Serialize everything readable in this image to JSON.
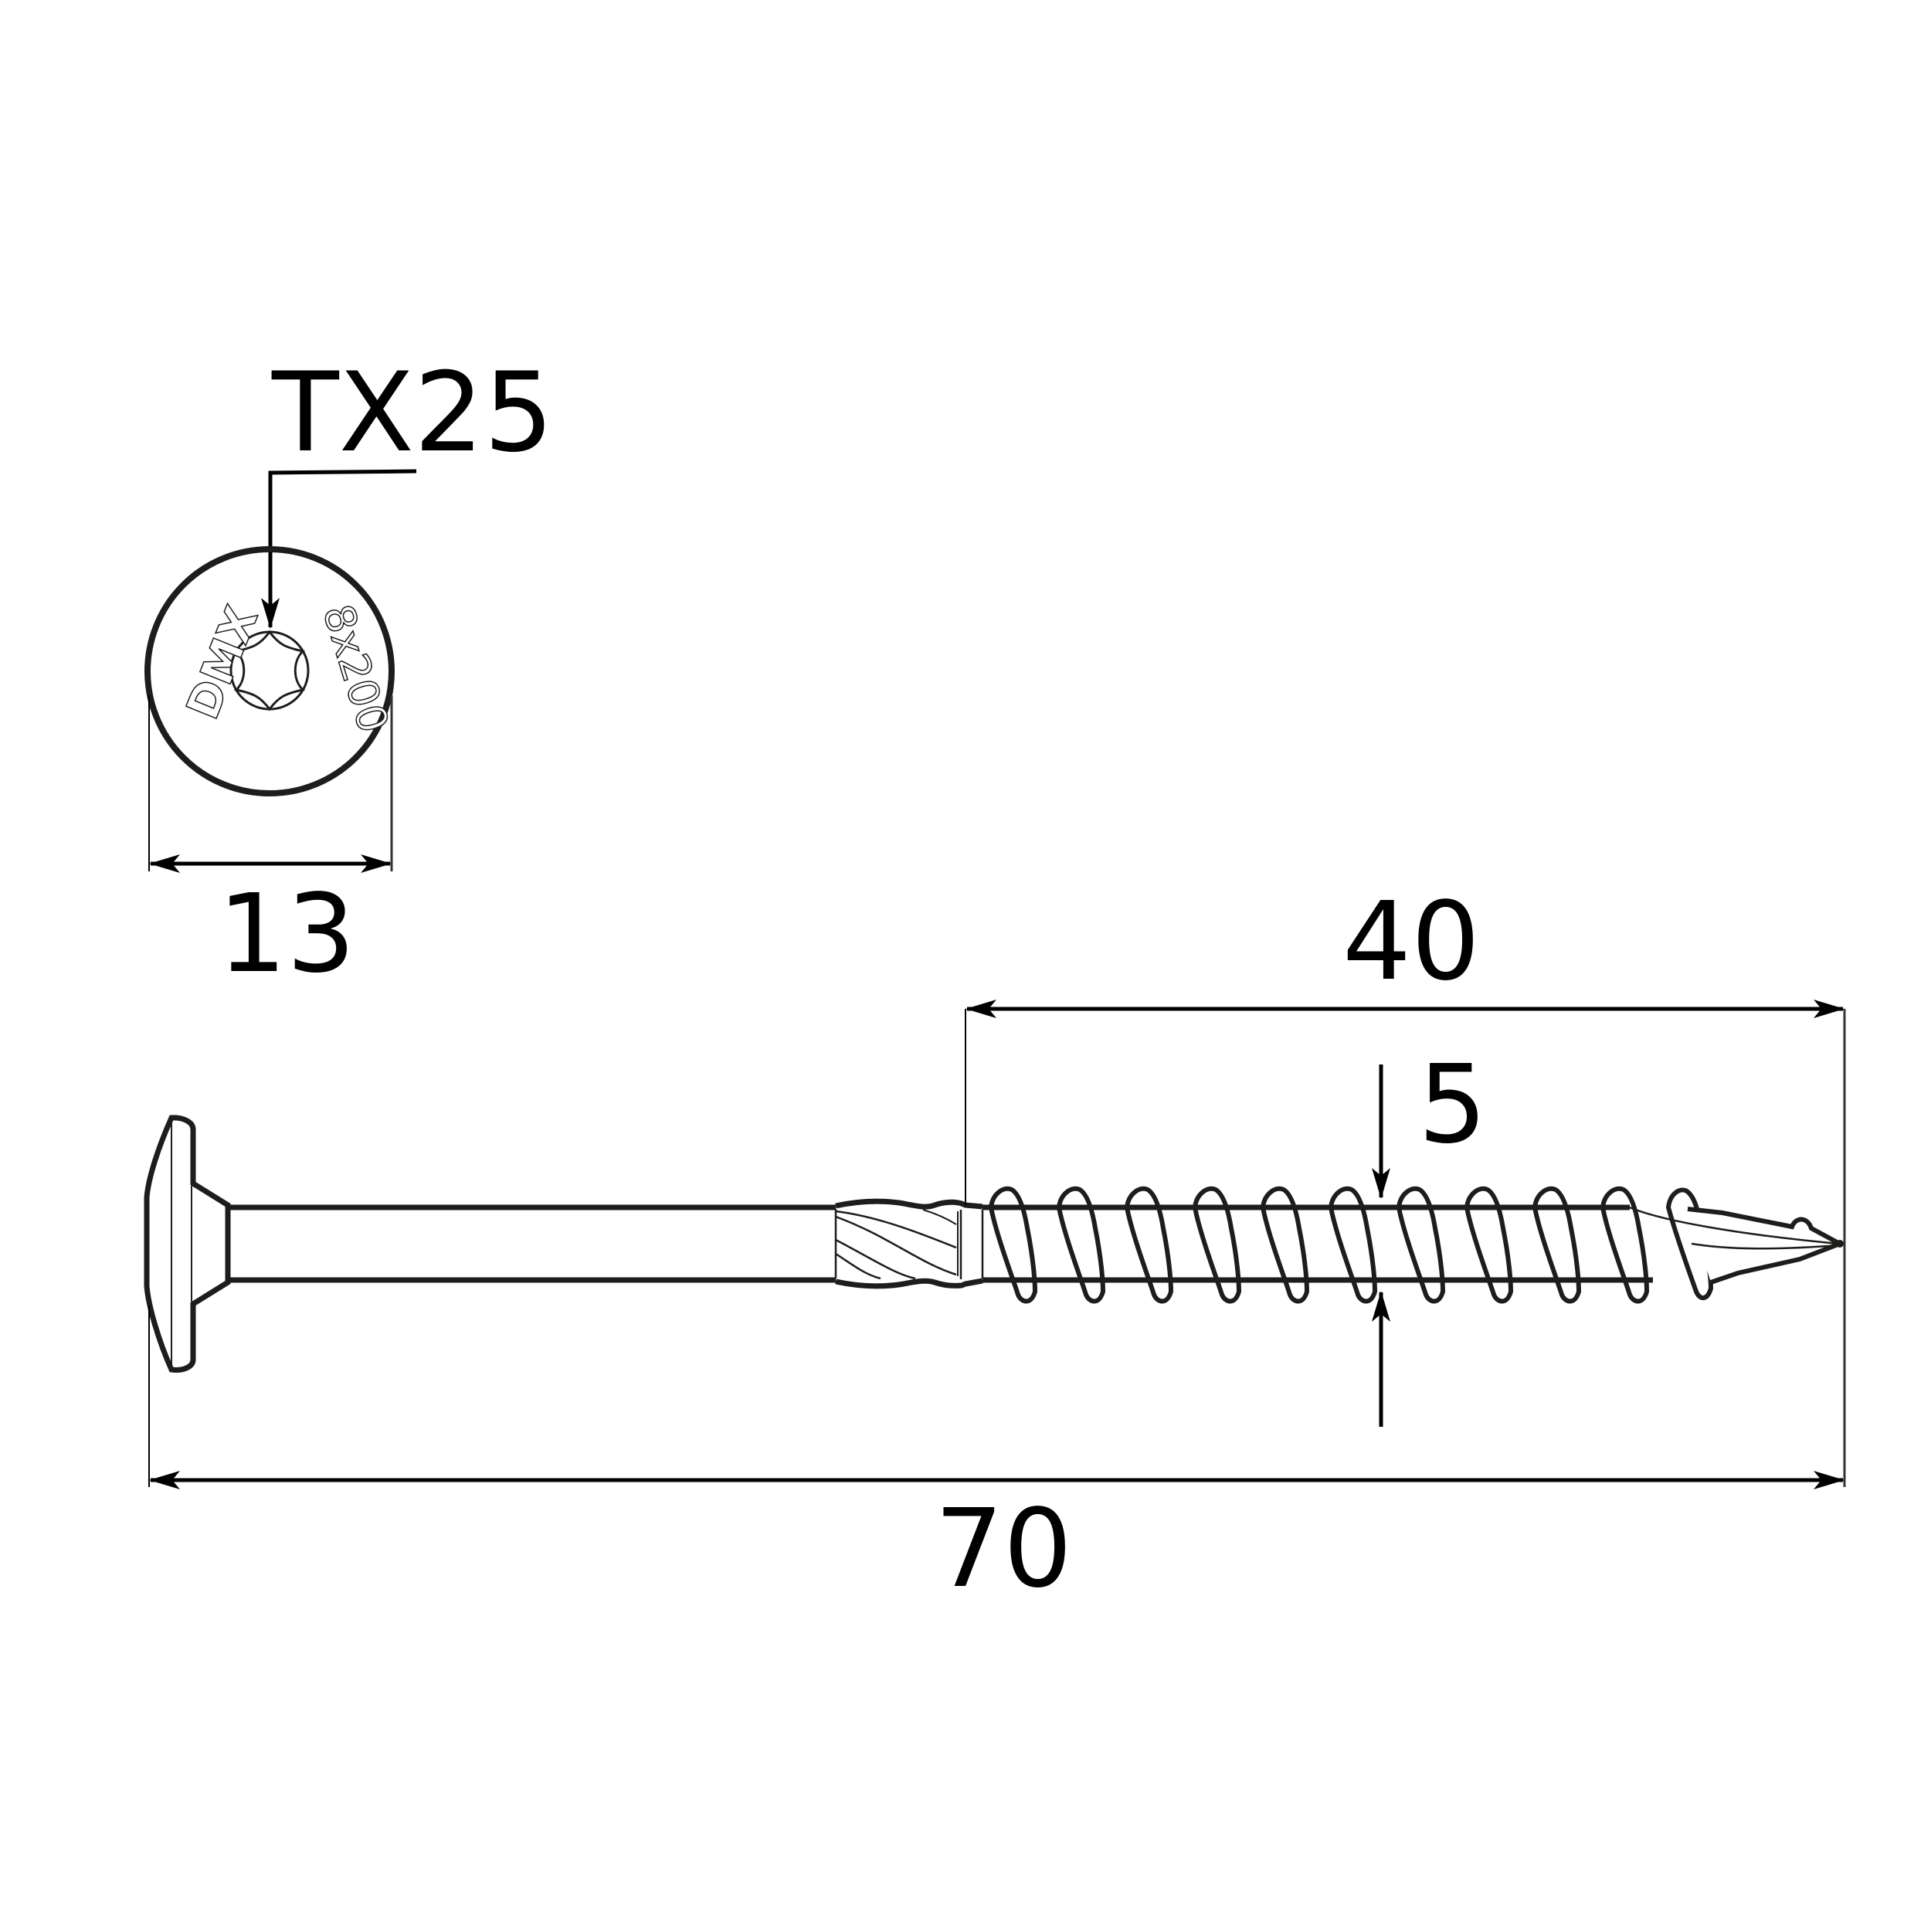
{
  "drawing": {
    "subject": "Washer head wood construction screw, technical drawing",
    "line_color": "#1d1d1b",
    "background": "#ffffff"
  },
  "head_view": {
    "drive_label": "TX25",
    "stamp_brand": "DMX",
    "stamp_size": "8x200",
    "head_diameter_dimension": "13"
  },
  "side_view": {
    "thread_length_dimension": "40",
    "thread_diameter_dimension": "5",
    "overall_length_dimension": "70"
  }
}
